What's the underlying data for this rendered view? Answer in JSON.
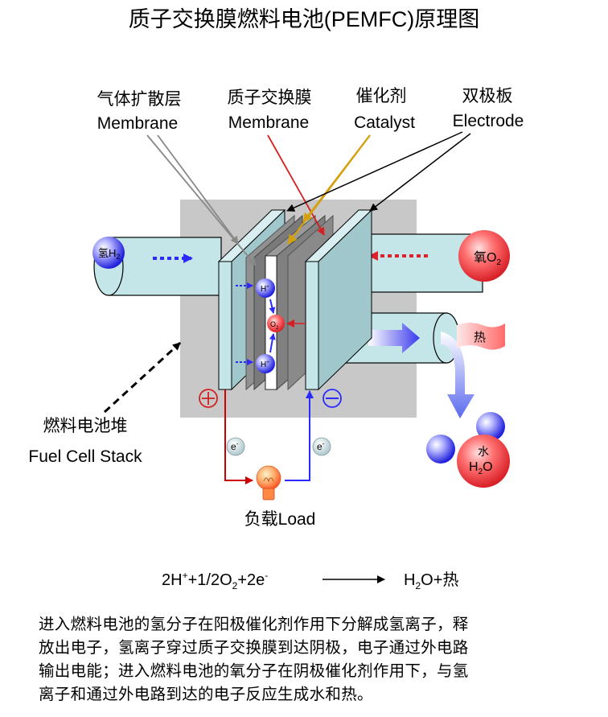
{
  "title": "质子交换膜燃料电池(PEMFC)原理图",
  "labels": {
    "gas_diffusion_layer": {
      "zh": "气体扩散层",
      "en": "Membrane"
    },
    "proton_exchange_membrane": {
      "zh": "质子交换膜",
      "en": "Membrane"
    },
    "catalyst": {
      "zh": "催化剂",
      "en": "Catalyst"
    },
    "bipolar_plate": {
      "zh": "双极板",
      "en": "Electrode"
    },
    "fuel_cell_stack": {
      "zh": "燃料电池堆",
      "en": "Fuel Cell Stack"
    },
    "load": "负载Load"
  },
  "particles": {
    "hydrogen": {
      "zh": "氢",
      "formula": "H",
      "sub": "2"
    },
    "oxygen": {
      "zh": "氧",
      "formula": "O",
      "sub": "2"
    },
    "proton": {
      "formula": "H",
      "sup": "+"
    },
    "oxygen_small": {
      "formula": "O",
      "sub": "2"
    },
    "water": {
      "zh": "水",
      "formula_h": "H",
      "sub": "2",
      "formula_o": "O"
    },
    "heat": "热",
    "electron": {
      "formula": "e",
      "sup": "-"
    }
  },
  "terminals": {
    "positive": "+",
    "negative": "−"
  },
  "equation": {
    "lhs_1": "2H",
    "lhs_1_sup": "+",
    "lhs_2": "+1/2O",
    "lhs_2_sub": "2",
    "lhs_3": "+2e",
    "lhs_3_sup": "-",
    "rhs_1": "H",
    "rhs_1_sub": "2",
    "rhs_2": "O+热"
  },
  "description_lines": [
    "进入燃料电池的氢分子在阳极催化剂作用下分解成氢离子，释",
    "放出电子，氢离子穿过质子交换膜到达阴极，电子通过外电路",
    "输出电能；进入燃料电池的氧分子在阴极催化剂作用下，与氢",
    "离子和通过外电路到达的电子反应生成水和热。"
  ],
  "colors": {
    "stack_bg": "#c8c8c8",
    "pipe": "#c5e6e8",
    "plate": "#a8d0d4",
    "membrane": "#8a8a8a",
    "hydrogen_arrow": "#2a2aff",
    "oxygen_arrow": "#e0202a",
    "catalyst_arrow": "#d4a010",
    "membrane_arrow": "#d42020",
    "gdl_arrow": "#888888"
  }
}
